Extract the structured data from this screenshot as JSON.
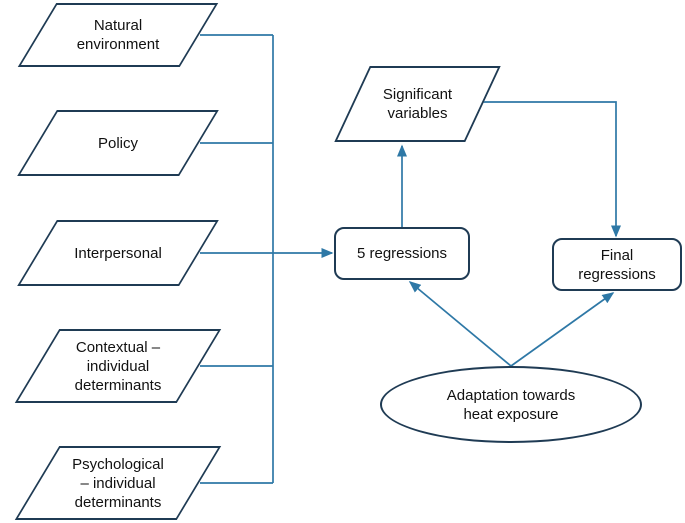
{
  "diagram": {
    "type": "flowchart",
    "colors": {
      "background": "#ffffff",
      "shape_fill": "#ffffff",
      "shape_border": "#1f3b54",
      "connector": "#2e78a6",
      "text": "#111111"
    },
    "nodes": {
      "natural_environment": {
        "shape": "parallelogram",
        "label": "Natural\nenvironment"
      },
      "policy": {
        "shape": "parallelogram",
        "label": "Policy"
      },
      "interpersonal": {
        "shape": "parallelogram",
        "label": "Interpersonal"
      },
      "contextual_individual_determinants": {
        "shape": "parallelogram",
        "label": "Contextual –\nindividual\ndeterminants"
      },
      "psychological_individual_determinants": {
        "shape": "parallelogram",
        "label": "Psychological\n– individual\ndeterminants"
      },
      "significant_variables": {
        "shape": "parallelogram",
        "label": "Significant\nvariables"
      },
      "five_regressions": {
        "shape": "rounded-rectangle",
        "label": "5 regressions"
      },
      "final_regressions": {
        "shape": "rounded-rectangle",
        "label": "Final\nregressions"
      },
      "adaptation_heat_exposure": {
        "shape": "ellipse",
        "label": "Adaptation towards\nheat exposure"
      }
    },
    "edges": [
      {
        "from": "natural_environment",
        "to": "five_regressions",
        "arrow": true
      },
      {
        "from": "policy",
        "to": "five_regressions",
        "arrow": true
      },
      {
        "from": "interpersonal",
        "to": "five_regressions",
        "arrow": true
      },
      {
        "from": "contextual_individual_determinants",
        "to": "five_regressions",
        "arrow": true
      },
      {
        "from": "psychological_individual_determinants",
        "to": "five_regressions",
        "arrow": true
      },
      {
        "from": "five_regressions",
        "to": "significant_variables",
        "arrow": true
      },
      {
        "from": "significant_variables",
        "to": "final_regressions",
        "arrow": true
      },
      {
        "from": "adaptation_heat_exposure",
        "to": "five_regressions",
        "arrow": true
      },
      {
        "from": "adaptation_heat_exposure",
        "to": "final_regressions",
        "arrow": true
      }
    ]
  }
}
